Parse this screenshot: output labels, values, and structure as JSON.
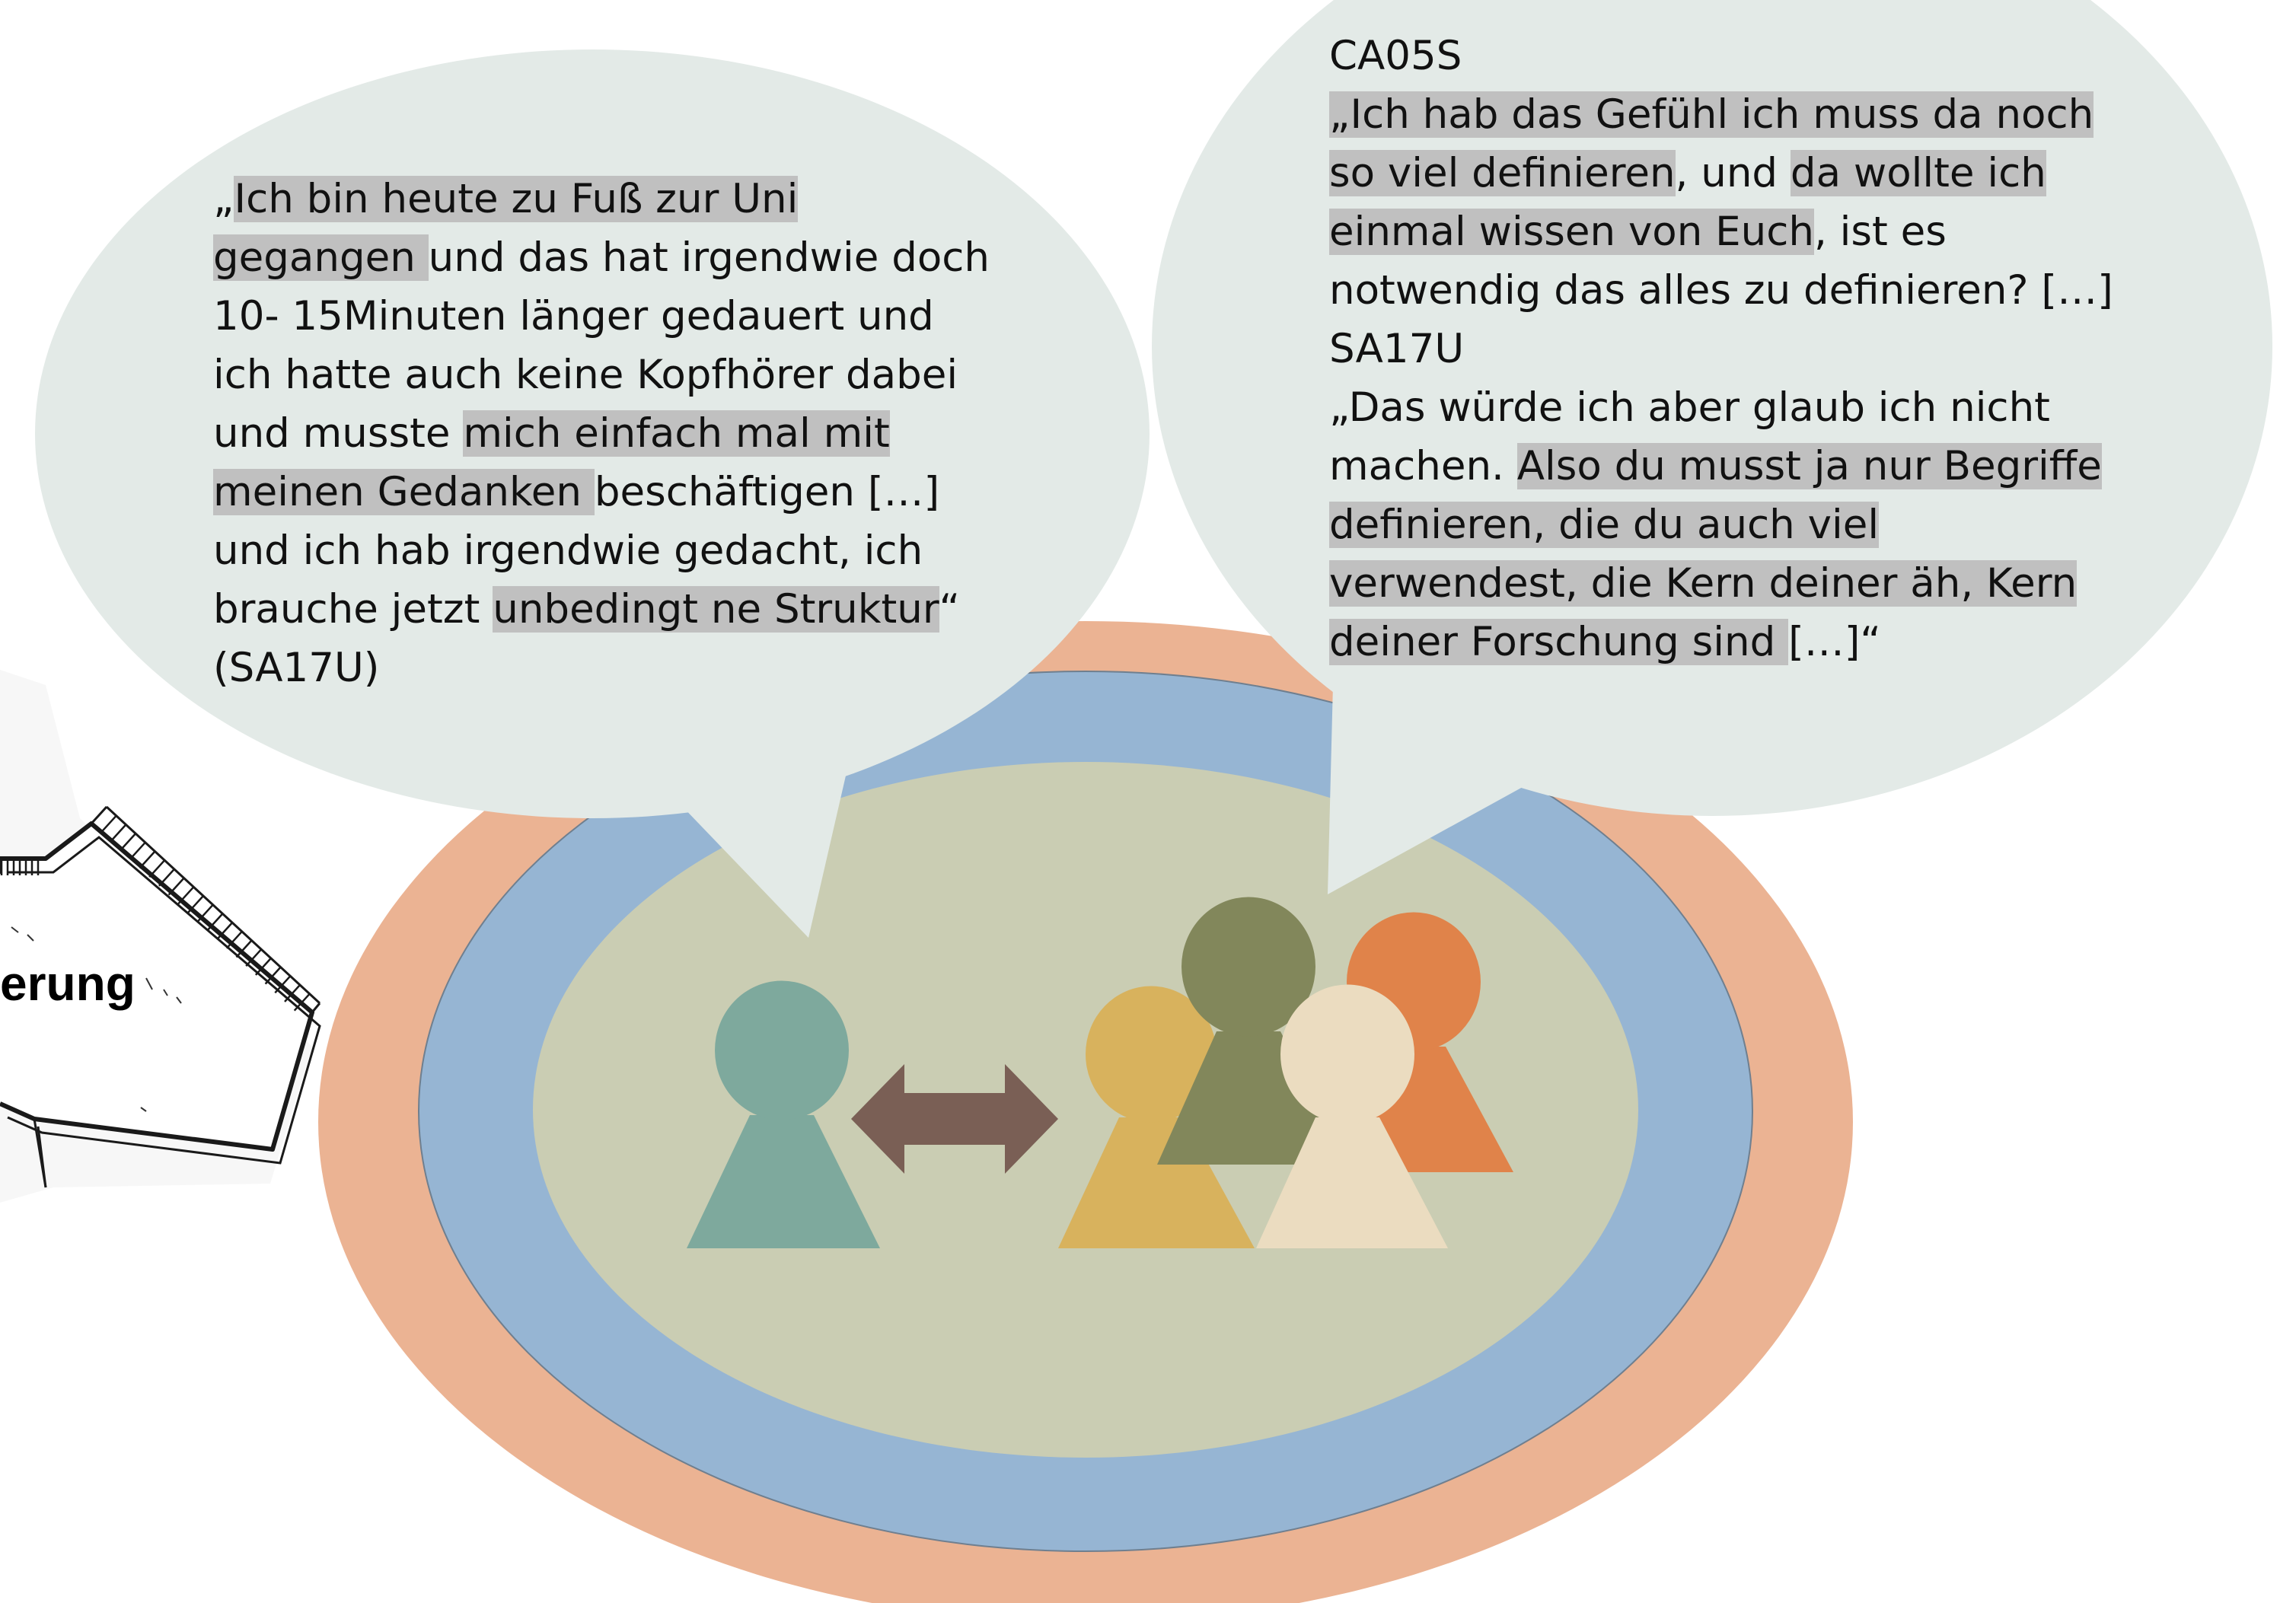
{
  "arrow": {
    "label": "erung"
  },
  "bubbles": {
    "left": {
      "lines": [
        [
          {
            "t": "„"
          },
          {
            "t": "Ich bin heute zu Fuß zur Uni",
            "h": true
          }
        ],
        [
          {
            "t": "gegangen ",
            "h": true
          },
          {
            "t": "und das hat irgendwie doch"
          }
        ],
        [
          {
            "t": "10- 15Minuten länger gedauert und"
          }
        ],
        [
          {
            "t": "ich hatte auch keine Kopfhörer dabei"
          }
        ],
        [
          {
            "t": "und musste "
          },
          {
            "t": "mich einfach mal mit",
            "h": true
          }
        ],
        [
          {
            "t": "meinen Gedanken ",
            "h": true
          },
          {
            "t": "beschäftigen […]"
          }
        ],
        [
          {
            "t": "und ich hab irgendwie gedacht, ich"
          }
        ],
        [
          {
            "t": "brauche jetzt "
          },
          {
            "t": "unbedingt ne Struktur",
            "h": true
          },
          {
            "t": "“"
          }
        ],
        [
          {
            "t": "(SA17U)"
          }
        ]
      ]
    },
    "right": {
      "lines": [
        [
          {
            "t": "CA05S"
          }
        ],
        [
          {
            "t": "„Ich hab das Gefühl ich muss da noch",
            "h": true
          }
        ],
        [
          {
            "t": "so viel definieren",
            "h": true
          },
          {
            "t": ", und "
          },
          {
            "t": "da wollte ich",
            "h": true
          }
        ],
        [
          {
            "t": "einmal wissen von Euch",
            "h": true
          },
          {
            "t": ", ist es"
          }
        ],
        [
          {
            "t": "notwendig das alles zu definieren? […]"
          }
        ],
        [
          {
            "t": "SA17U"
          }
        ],
        [
          {
            "t": "„Das würde ich aber glaub ich nicht"
          }
        ],
        [
          {
            "t": "machen. "
          },
          {
            "t": "Also du musst ja nur Begriffe",
            "h": true
          }
        ],
        [
          {
            "t": "definieren, die du auch viel",
            "h": true
          }
        ],
        [
          {
            "t": "verwendest, die Kern deiner äh, Kern",
            "h": true
          }
        ],
        [
          {
            "t": "deiner Forschung sind ",
            "h": true
          },
          {
            "t": "[…]“"
          }
        ]
      ]
    }
  },
  "colors": {
    "outer_ring": "#ebb393",
    "middle_ring": "#96b5d3",
    "inner_area": "#cacdb3",
    "bubble": "#e3eae7",
    "highlight": "#c0c0c0",
    "double_arrow": "#7a5f55",
    "figure_left": "#7ea99d",
    "figure_yellow": "#d8b25d",
    "figure_olive": "#82875b",
    "figure_orange": "#e0834a",
    "figure_cream": "#ebdcc0"
  },
  "figures": [
    {
      "name": "teal-person-icon",
      "color_key": "figure_left"
    },
    {
      "name": "yellow-person-icon",
      "color_key": "figure_yellow"
    },
    {
      "name": "olive-person-icon",
      "color_key": "figure_olive"
    },
    {
      "name": "orange-person-icon",
      "color_key": "figure_orange"
    },
    {
      "name": "cream-person-icon",
      "color_key": "figure_cream"
    }
  ]
}
